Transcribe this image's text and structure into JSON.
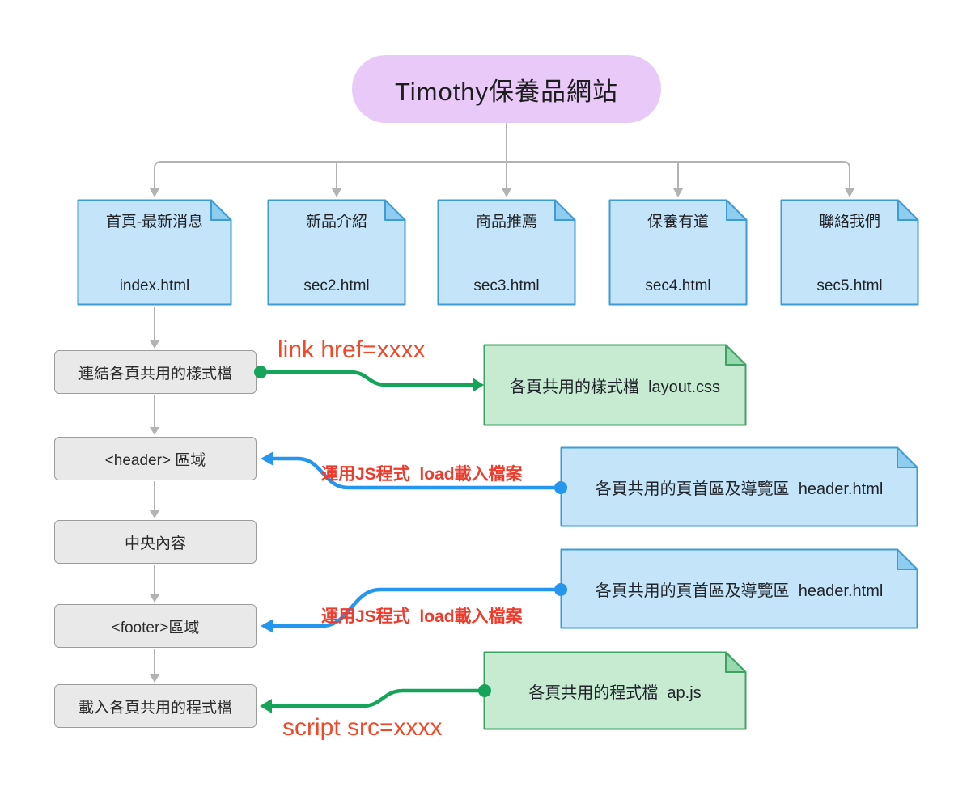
{
  "root": {
    "label": "Timothy保養品網站"
  },
  "pages": [
    {
      "title": "首頁-最新消息",
      "file": "index.html"
    },
    {
      "title": "新品介紹",
      "file": "sec2.html"
    },
    {
      "title": "商品推薦",
      "file": "sec3.html"
    },
    {
      "title": "保養有道",
      "file": "sec4.html"
    },
    {
      "title": "聯絡我們",
      "file": "sec5.html"
    }
  ],
  "steps": [
    {
      "label": "連結各頁共用的樣式檔"
    },
    {
      "label": "<header> 區域"
    },
    {
      "label": "中央內容"
    },
    {
      "label": "<footer>區域"
    },
    {
      "label": "載入各頁共用的程式檔"
    }
  ],
  "resources": [
    {
      "label": "各頁共用的樣式檔  layout.css",
      "type": "green"
    },
    {
      "label": "各頁共用的頁首區及導覽區  header.html",
      "type": "blue"
    },
    {
      "label": "各頁共用的頁首區及導覽區  header.html",
      "type": "blue"
    },
    {
      "label": "各頁共用的程式檔  ap.js",
      "type": "green"
    }
  ],
  "annotations": {
    "link_href": "link href=xxxx",
    "js_load_header": "運用JS程式  load載入檔案",
    "js_load_footer": "運用JS程式  load載入檔案",
    "script_src": "script src=xxxx"
  },
  "colors": {
    "purple-fill": "#e9c9f7",
    "blue-fill": "#c3e4f9",
    "blue-stroke": "#3d9bd5",
    "blue-fold": "#8ecdf0",
    "green-fill": "#c6ebd1",
    "green-stroke": "#3fa265",
    "green-fold": "#96d9ae",
    "gray-fill": "#e9e9e9",
    "gray-stroke": "#9c9c9c",
    "arrow-gray": "#b3b3b3",
    "arrow-blue": "#2496ee",
    "arrow-green": "#16a35a",
    "label-red": "#f2482a",
    "label-red-small": "#ee3b2b"
  }
}
